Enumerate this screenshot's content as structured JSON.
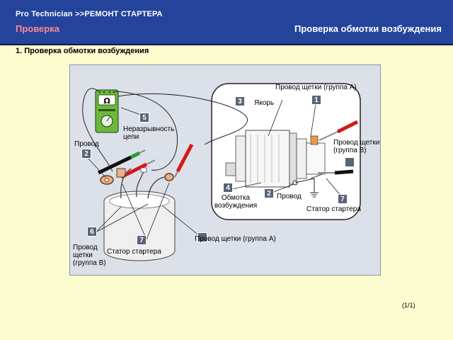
{
  "header": {
    "app_title": "Pro  Technician >>РЕМОНТ СТАРТЕРА",
    "section": "Проверка",
    "subsection": "Проверка обмотки возбуждения"
  },
  "content": {
    "heading": "1. Проверка обмотки возбуждения"
  },
  "diagram": {
    "badges": [
      "1",
      "2",
      "3",
      "4",
      "5",
      "6",
      "7"
    ],
    "labels": {
      "brush_lead_a_top": "Провод щетки (группа A)",
      "armature": "Якорь",
      "open_circuit": "Неразрывность цепи",
      "lead_left": "Провод",
      "brush_lead_b_right": "Провод щетки (группа B)",
      "lead_mid": "Провод",
      "field_coil": "Обмотка возбуждения",
      "stator_right": "Статор стартера",
      "brush_lead_a_bottom": "Провод щетки (группа A)",
      "brush_lead_b_bottom": "Провод щетки (группа B)",
      "stator_bottom": "Статор стартера"
    },
    "meter_symbol": "Ω"
  },
  "pager": "(1/1)"
}
